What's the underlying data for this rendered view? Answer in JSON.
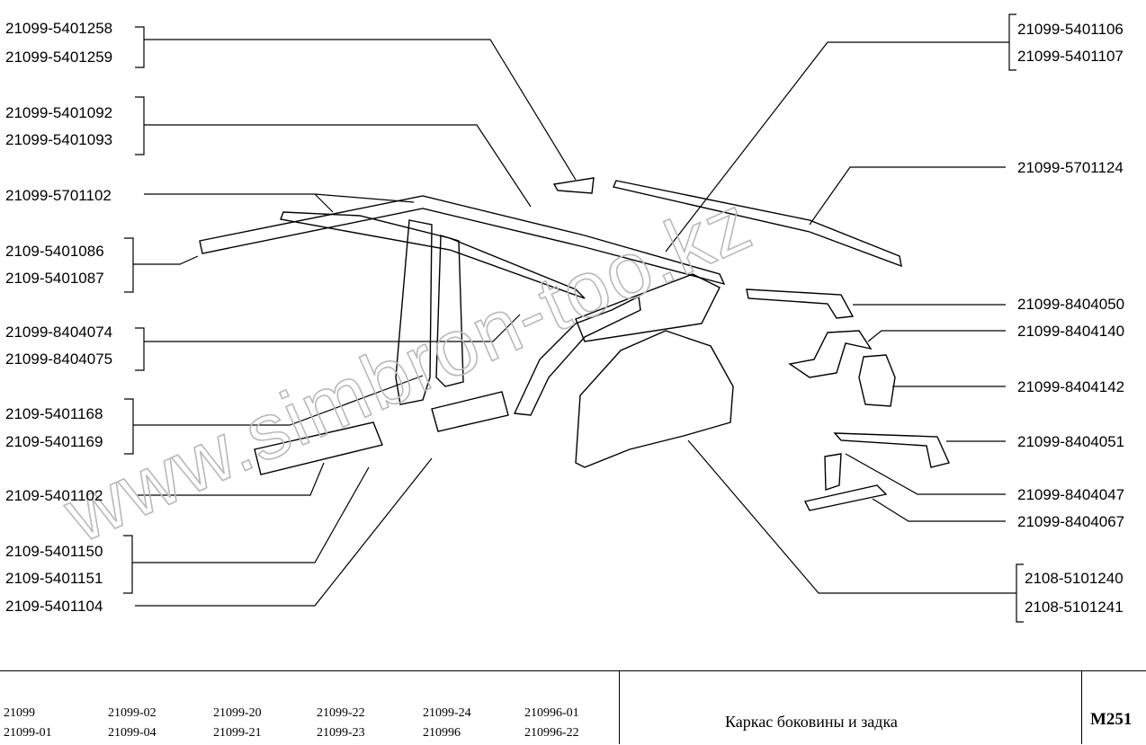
{
  "left_labels": [
    "21099-5401258",
    "21099-5401259",
    "21099-5401092",
    "21099-5401093",
    "21099-5701102",
    "2109-5401086",
    "2109-5401087",
    "21099-8404074",
    "21099-8404075",
    "2109-5401168",
    "2109-5401169",
    "2109-5401102",
    "2109-5401150",
    "2109-5401151",
    "2109-5401104"
  ],
  "right_labels": [
    "21099-5401106",
    "21099-5401107",
    "21099-5701124",
    "21099-8404050",
    "21099-8404140",
    "21099-8404142",
    "21099-8404051",
    "21099-8404047",
    "21099-8404067",
    "2108-5101240",
    "2108-5101241"
  ],
  "watermark": "www.simbron-too.kz",
  "footer": {
    "models": [
      [
        "21099",
        "21099-01"
      ],
      [
        "21099-02",
        "21099-04"
      ],
      [
        "21099-20",
        "21099-21"
      ],
      [
        "21099-22",
        "21099-23"
      ],
      [
        "21099-24",
        "210996"
      ],
      [
        "210996-01",
        "210996-22"
      ]
    ],
    "title": "Каркас боковины и задка",
    "code": "M251"
  }
}
